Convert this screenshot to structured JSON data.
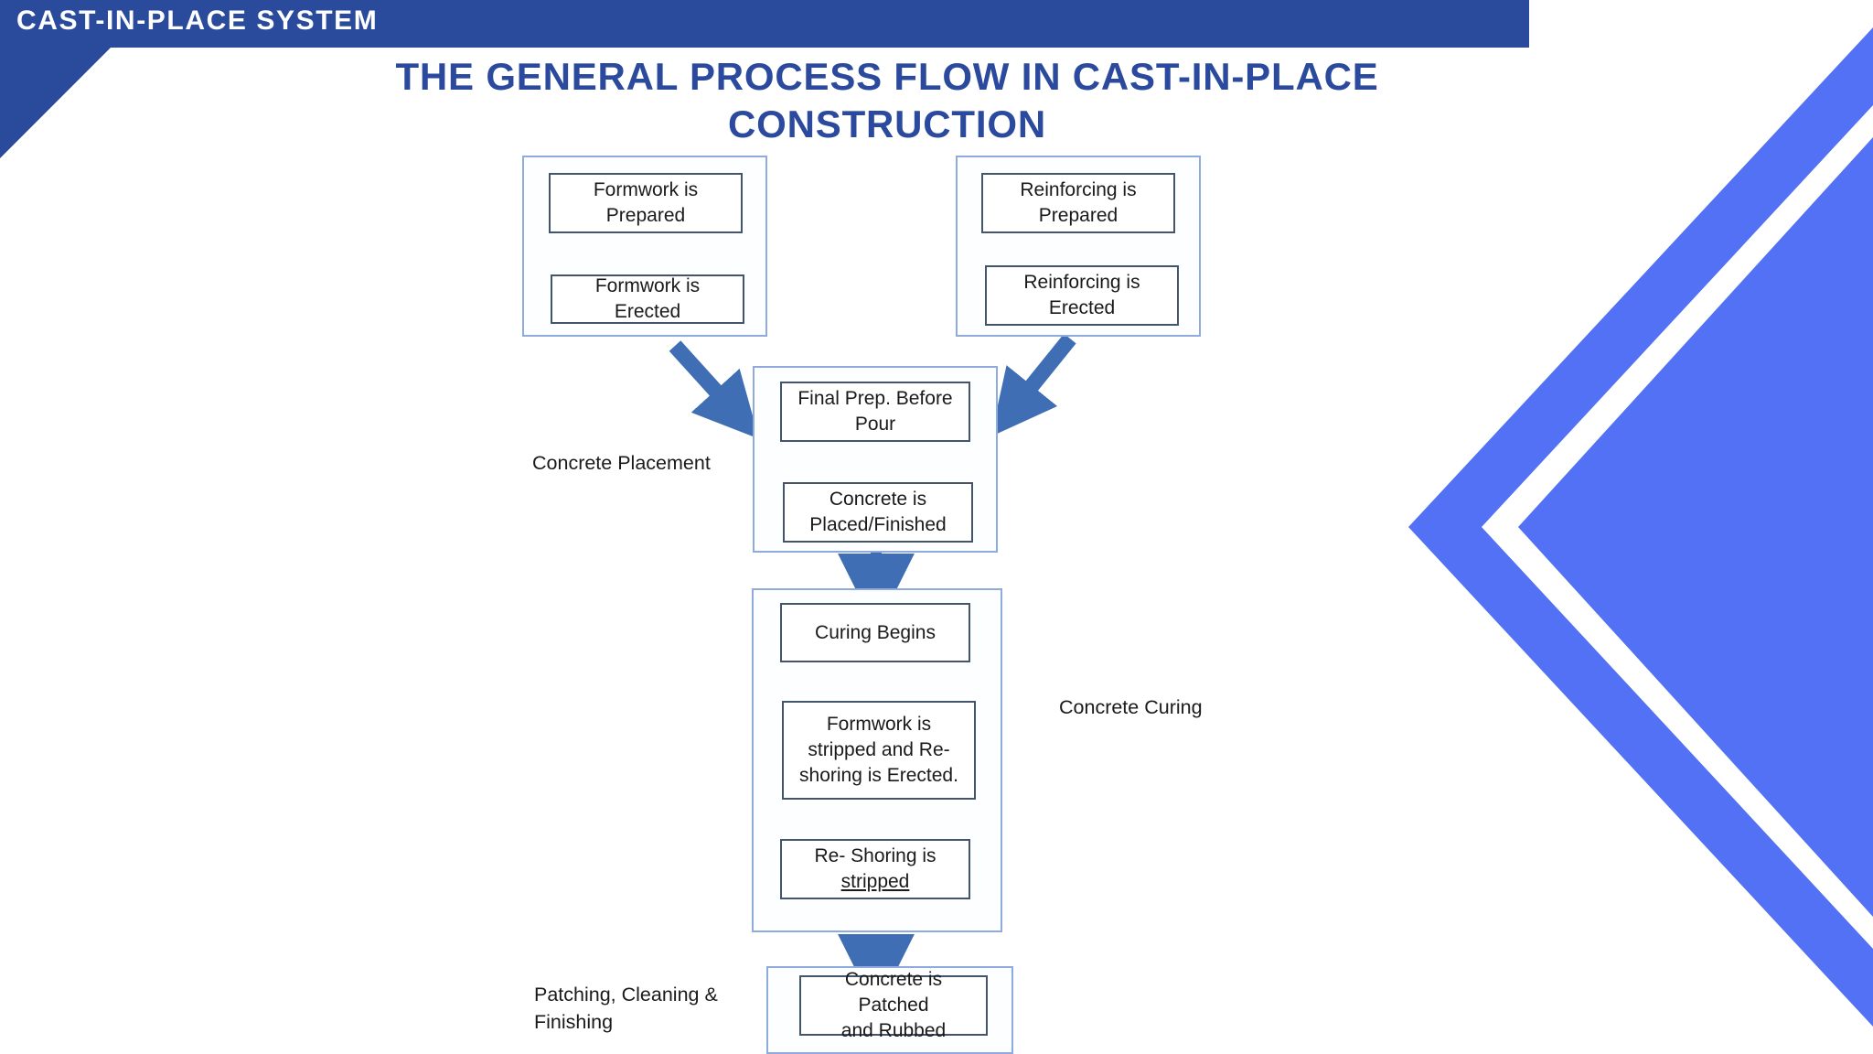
{
  "header": {
    "eyebrow": "CAST-IN-PLACE SYSTEM",
    "bar_color": "#2a4a9c"
  },
  "slide": {
    "title": "THE GENERAL PROCESS FLOW IN CAST-IN-PLACE CONSTRUCTION",
    "title_color": "#2b4a9e"
  },
  "decor": {
    "chevron_color": "#5271f5",
    "corner_triangle_color": "#2a4a9c"
  },
  "diagram": {
    "type": "flowchart",
    "group_border_color": "#8FAADC",
    "step_border_color": "#44546A",
    "arrow_color": "#3f6eb5",
    "groups": [
      {
        "id": "formwork-group",
        "label": "",
        "steps": [
          "Formwork is Prepared",
          "Formwork is Erected"
        ]
      },
      {
        "id": "reinforcing-group",
        "label": "",
        "steps": [
          "Reinforcing is Prepared",
          "Reinforcing is Erected"
        ]
      },
      {
        "id": "placement-group",
        "label": "Concrete Placement",
        "steps": [
          "Final Prep. Before Pour",
          "Concrete is Placed/Finished"
        ]
      },
      {
        "id": "curing-group",
        "label": "Concrete Curing",
        "steps": [
          "Curing Begins",
          "Formwork is stripped and Re-shoring is Erected.",
          "Re- Shoring is stripped"
        ]
      },
      {
        "id": "finishing-group",
        "label": "Patching, Cleaning & Finishing",
        "steps": [
          "Concrete is Patched and Rubbed"
        ]
      }
    ],
    "steps": {
      "formwork_prepared_l1": "Formwork is",
      "formwork_prepared_l2": "Prepared",
      "formwork_erected": "Formwork is Erected",
      "reinforcing_prepared_l1": "Reinforcing is",
      "reinforcing_prepared_l2": "Prepared",
      "reinforcing_erected_l1": "Reinforcing is",
      "reinforcing_erected_l2": "Erected",
      "final_prep_l1": "Final Prep. Before",
      "final_prep_l2": "Pour",
      "concrete_placed_l1": "Concrete is",
      "concrete_placed_l2": "Placed/Finished",
      "curing_begins": "Curing Begins",
      "formwork_stripped_l1": "Formwork is",
      "formwork_stripped_l2": "stripped and Re-",
      "formwork_stripped_l3": "shoring is Erected.",
      "reshoring_stripped_l1": "Re- Shoring is",
      "reshoring_stripped_l2": "stripped",
      "patched_l1": "Concrete is Patched",
      "patched_l2": "and Rubbed"
    },
    "labels": {
      "concrete_placement": "Concrete Placement",
      "concrete_curing": "Concrete Curing",
      "patching_l1": "Patching, Cleaning &",
      "patching_l2": "Finishing"
    }
  }
}
